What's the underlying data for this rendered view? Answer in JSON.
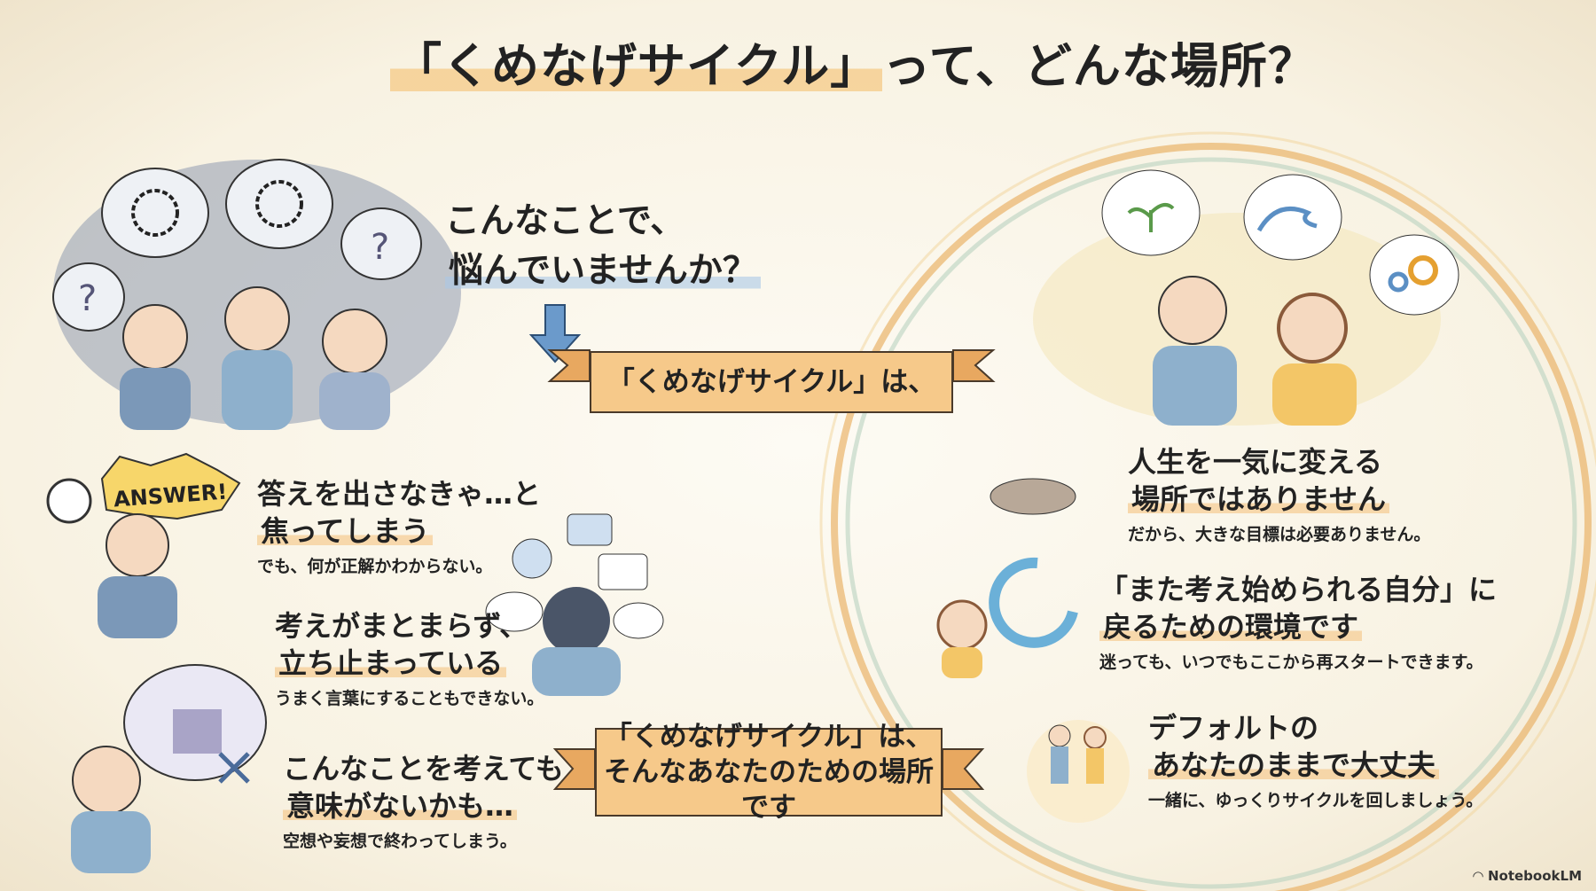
{
  "title": {
    "highlight": "「くめなげサイクル」",
    "rest": "って、どんな場所？"
  },
  "question": {
    "line1": "こんなことで、",
    "line2": "悩んでいませんか？"
  },
  "answer_badge": "ANSWER!",
  "banner_top": "「くめなげサイクル」は、",
  "banner_bottom": {
    "line1": "「くめなげサイクル」は、",
    "line2": "そんなあなたのための場所です"
  },
  "left_items": [
    {
      "line1": "答えを出さなきゃ…と",
      "line2": "焦ってしまう",
      "sub": "でも、何が正解かわからない。"
    },
    {
      "line1": "考えがまとまらず、",
      "line2": "立ち止まっている",
      "sub": "うまく言葉にすることもできない。"
    },
    {
      "line1": "こんなことを考えても",
      "line2": "意味がないかも…",
      "sub": "空想や妄想で終わってしまう。"
    }
  ],
  "right_items": [
    {
      "line1": "人生を一気に変える",
      "line2": "場所ではありません",
      "sub": "だから、大きな目標は必要ありません。"
    },
    {
      "line1": "「また考え始められる自分」に",
      "line2": "戻るための環境です",
      "sub": "迷っても、いつでもここから再スタートできます。"
    },
    {
      "line1": "デフォルトの",
      "line2": "あなたのままで大丈夫",
      "sub": "一緒に、ゆっくりサイクルを回しましょう。"
    }
  ],
  "brand": "NotebookLM",
  "colors": {
    "banner": "#f6c98a",
    "highlight": "#f5c482",
    "arrow": "#6b9acb",
    "storm": "#7b8aa3"
  }
}
